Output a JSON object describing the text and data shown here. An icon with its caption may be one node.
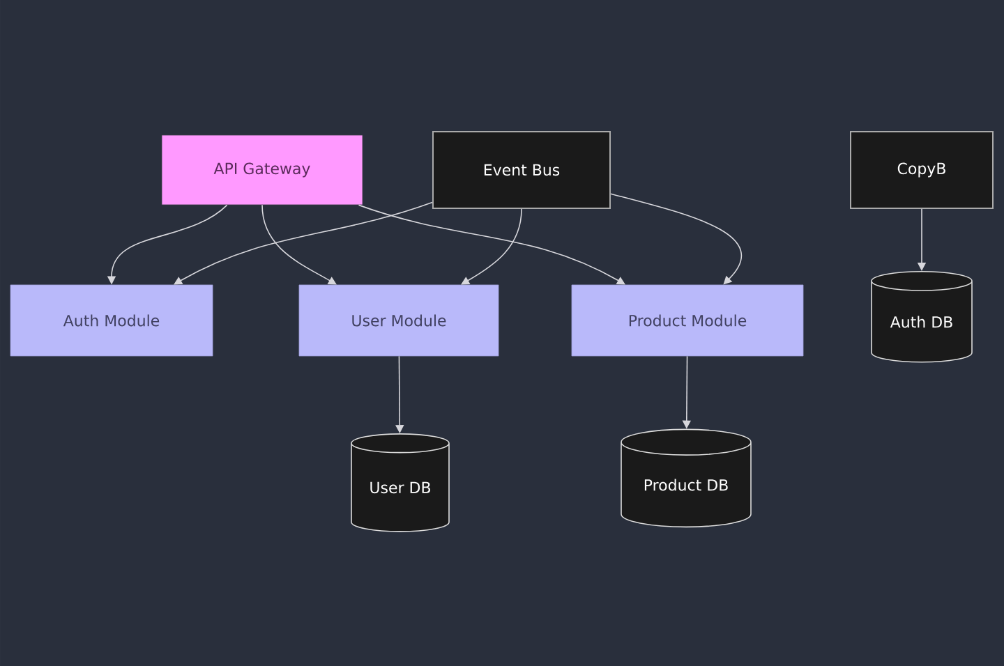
{
  "diagram": {
    "nodes": [
      {
        "text": [
          "API Gateway"
        ]
      },
      {
        "text": [
          "Event Bus"
        ]
      },
      {
        "text": [
          "CopyB"
        ]
      },
      {
        "text": [
          "Auth Module"
        ]
      },
      {
        "text": [
          "User Module"
        ]
      },
      {
        "text": [
          "Product Module"
        ]
      },
      {
        "text": [
          "Auth DB"
        ]
      },
      {
        "text": [
          "User DB"
        ]
      },
      {
        "text": [
          "Product DB"
        ]
      }
    ],
    "edges": [
      {
        "from": 0,
        "to": 3,
        "arrow": "to"
      },
      {
        "from": 0,
        "to": 4,
        "arrow": "to"
      },
      {
        "from": 0,
        "to": 5,
        "arrow": "to"
      },
      {
        "from": 1,
        "to": 3,
        "arrow": "to"
      },
      {
        "from": 1,
        "to": 4,
        "arrow": "to"
      },
      {
        "from": 1,
        "to": 5,
        "arrow": "to"
      },
      {
        "from": 2,
        "to": 6,
        "arrow": "to"
      },
      {
        "from": 4,
        "to": 7,
        "arrow": "to"
      },
      {
        "from": 5,
        "to": 8,
        "arrow": "to"
      }
    ]
  }
}
